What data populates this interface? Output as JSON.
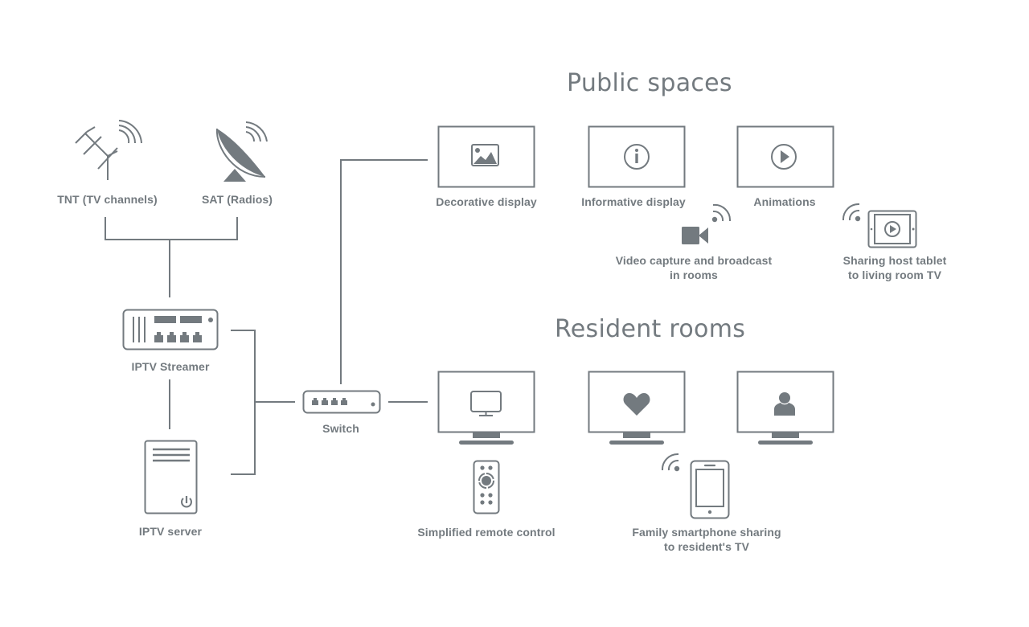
{
  "colors": {
    "ink": "#737a7f",
    "background": "#ffffff"
  },
  "headings": {
    "public": "Public spaces",
    "resident": "Resident rooms"
  },
  "sources": {
    "tnt": {
      "label": "TNT (TV channels)",
      "icon": "antenna-icon"
    },
    "sat": {
      "label": "SAT (Radios)",
      "icon": "satellite-dish-icon"
    }
  },
  "headend": {
    "streamer": {
      "label": "IPTV Streamer",
      "icon": "streamer-icon"
    },
    "server": {
      "label": "IPTV server",
      "icon": "server-icon"
    },
    "switch": {
      "label": "Switch",
      "icon": "network-switch-icon"
    }
  },
  "public_spaces": {
    "displays": [
      {
        "label": "Decorative display",
        "icon": "image-icon"
      },
      {
        "label": "Informative display",
        "icon": "info-icon"
      },
      {
        "label": "Animations",
        "icon": "play-icon"
      }
    ],
    "video_capture": {
      "line1": "Video capture and broadcast",
      "line2": "in rooms",
      "icon": "video-camera-icon"
    },
    "tablet_sharing": {
      "line1": "Sharing host tablet",
      "line2": "to living room TV",
      "icon": "tablet-icon"
    }
  },
  "resident_rooms": {
    "tvs": [
      {
        "icon": "monitor-icon"
      },
      {
        "icon": "heart-icon"
      },
      {
        "icon": "user-icon"
      }
    ],
    "remote": {
      "label": "Simplified remote control",
      "icon": "remote-control-icon"
    },
    "smartphone": {
      "line1": "Family smartphone sharing",
      "line2": "to resident's TV",
      "icon": "smartphone-icon"
    }
  }
}
